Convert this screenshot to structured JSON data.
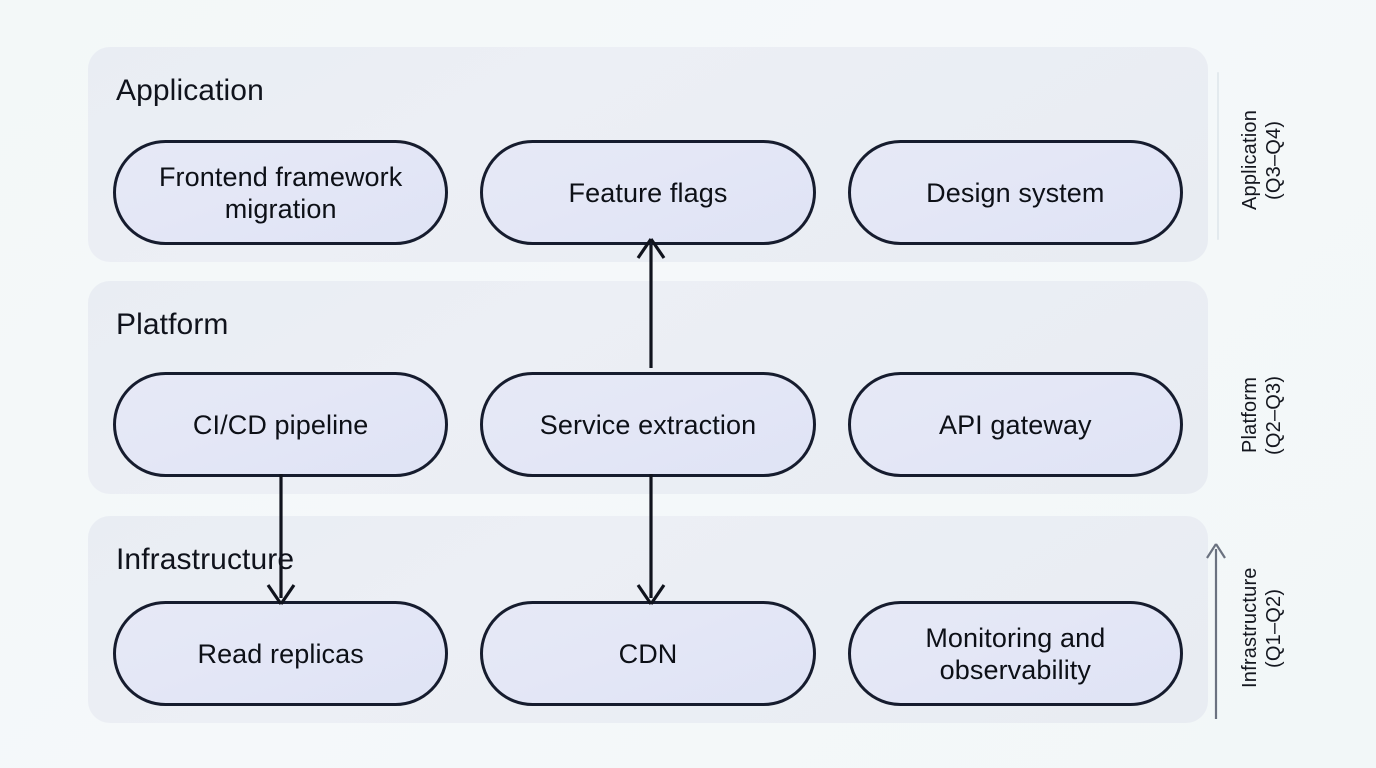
{
  "theme": {
    "canvas_bg": "#f4f8f8",
    "band_bg": "#e9edf3",
    "node_fill": "#e4e7f6",
    "node_border": "#161c2e",
    "text": "#0d1017",
    "rail_arrow": "#6b7280",
    "rail_faint_line": "#e3eaee"
  },
  "diagram": {
    "type": "layered-architecture-roadmap",
    "layers": [
      {
        "id": "application",
        "title": "Application",
        "rail_label": "Application\n(Q3–Q4)",
        "nodes": [
          {
            "id": "frontend-framework-migration",
            "label": "Frontend framework migration"
          },
          {
            "id": "feature-flags",
            "label": "Feature flags"
          },
          {
            "id": "design-system",
            "label": "Design system"
          }
        ]
      },
      {
        "id": "platform",
        "title": "Platform",
        "rail_label": "Platform\n(Q2–Q3)",
        "nodes": [
          {
            "id": "ci-cd-pipeline",
            "label": "CI/CD pipeline"
          },
          {
            "id": "service-extraction",
            "label": "Service extraction"
          },
          {
            "id": "api-gateway",
            "label": "API gateway"
          }
        ]
      },
      {
        "id": "infrastructure",
        "title": "Infrastructure",
        "rail_label": "Infrastructure\n(Q1–Q2)",
        "nodes": [
          {
            "id": "read-replicas",
            "label": "Read replicas"
          },
          {
            "id": "cdn",
            "label": "CDN"
          },
          {
            "id": "monitoring-and-observability",
            "label": "Monitoring and observability"
          }
        ]
      }
    ],
    "connectors": [
      {
        "id": "service-extraction-to-feature-flags",
        "from": "service-extraction",
        "to": "feature-flags",
        "direction": "up"
      },
      {
        "id": "ci-cd-pipeline-to-read-replicas",
        "from": "ci-cd-pipeline",
        "to": "read-replicas",
        "direction": "down"
      },
      {
        "id": "service-extraction-to-cdn",
        "from": "service-extraction",
        "to": "cdn",
        "direction": "down"
      }
    ],
    "rail_arrow": {
      "id": "maturity-arrow",
      "direction": "up"
    }
  }
}
